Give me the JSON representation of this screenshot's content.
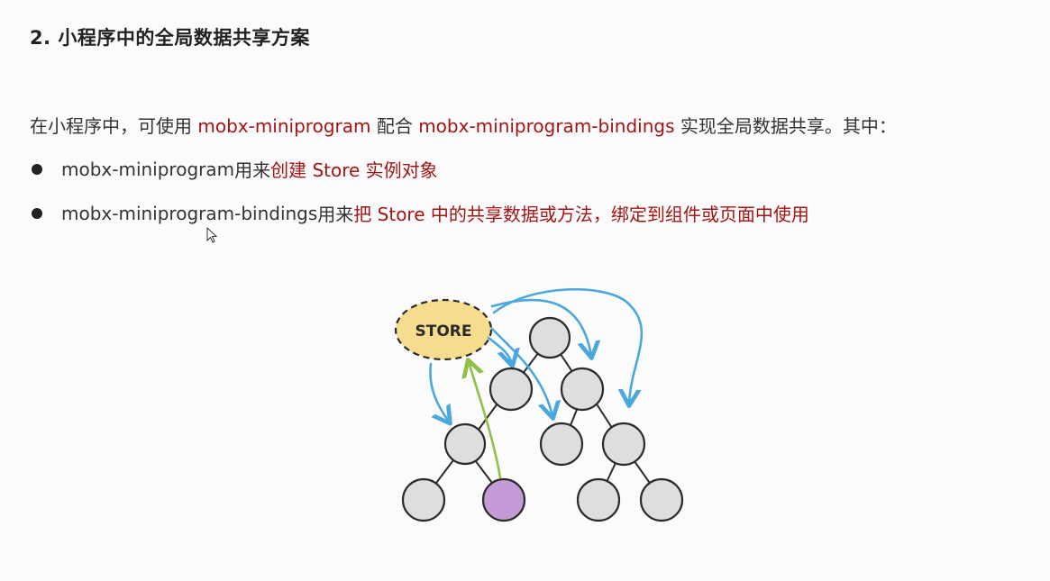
{
  "heading": "2. 小程序中的全局数据共享方案",
  "intro": {
    "prefix": "在小程序中，可使用 ",
    "lib1": "mobx-miniprogram",
    "middle": " 配合 ",
    "lib2": "mobx-miniprogram-bindings",
    "suffix": " 实现全局数据共享。其中："
  },
  "bullets": [
    {
      "lib": "mobx-miniprogram",
      "verb": " 用来",
      "highlight": "创建 Store 实例对象"
    },
    {
      "lib": "mobx-miniprogram-bindings",
      "verb": " 用来",
      "highlight": "把 Store 中的共享数据或方法，绑定到组件或页面中使用"
    }
  ],
  "diagram": {
    "store_label": "STORE"
  },
  "colors": {
    "highlight": "#a31515",
    "store_fill": "#f5dc8e",
    "node_fill": "#dedede",
    "active_node_fill": "#c49bd6",
    "arrow_blue": "#4aa8dc",
    "arrow_green": "#8fc04a"
  }
}
